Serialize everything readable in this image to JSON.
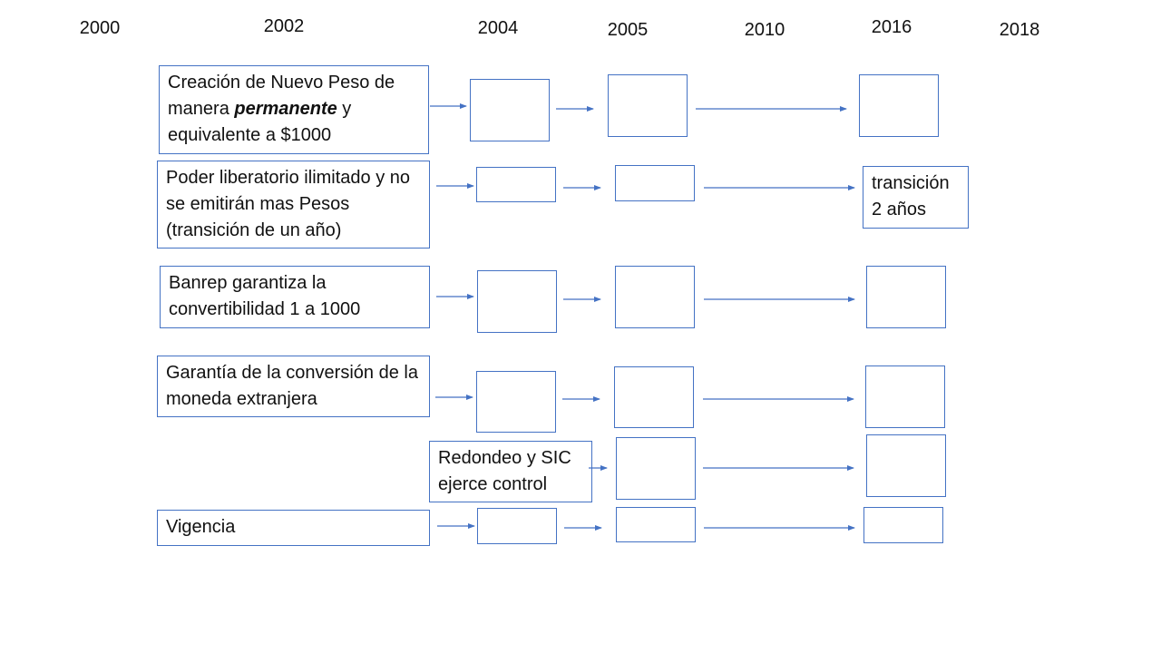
{
  "years": [
    "2000",
    "2002",
    "2004",
    "2005",
    "2010",
    "2016",
    "2018"
  ],
  "rows": [
    {
      "pre": "Creación de Nuevo Peso de manera ",
      "emph": "permanente",
      "post": " y equivalente a $1000",
      "col2016": ""
    },
    {
      "pre": "Poder liberatorio ilimitado y no se emitirán mas Pesos (transición de un año)",
      "emph": "",
      "post": "",
      "col2016": "transición 2 años"
    },
    {
      "pre": "Banrep garantiza la convertibilidad 1 a 1000",
      "emph": "",
      "post": "",
      "col2016": ""
    },
    {
      "pre": "Garantía de la conversión de la moneda extranjera",
      "emph": "",
      "post": "",
      "col2016": ""
    },
    {
      "pre": "Redondeo y SIC ejerce control",
      "emph": "",
      "post": "",
      "col2016": ""
    },
    {
      "pre": "Vigencia",
      "emph": "",
      "post": "",
      "col2016": ""
    }
  ],
  "colors": {
    "border": "#4472c4",
    "text": "#111111"
  }
}
